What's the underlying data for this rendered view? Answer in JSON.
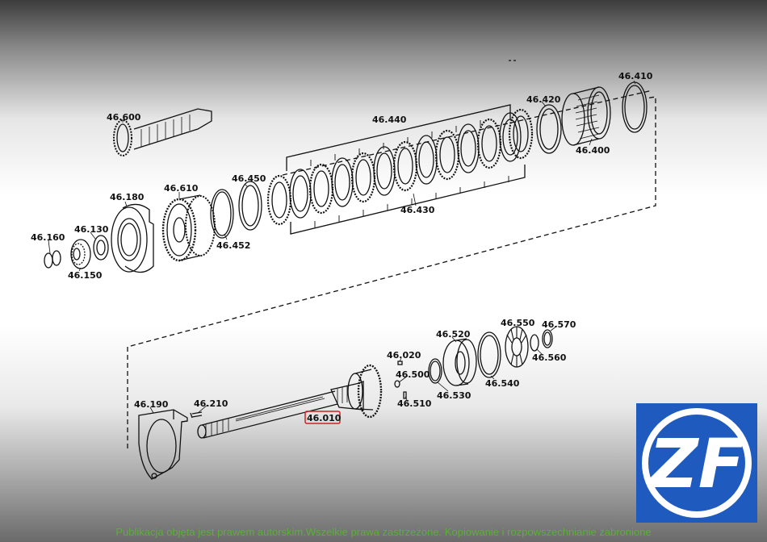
{
  "labels": {
    "p46600": "46.600",
    "p46440": "46.440",
    "p46420": "46.420",
    "p46410": "46.410",
    "p46400": "46.400",
    "p46450": "46.450",
    "p46610": "46.610",
    "p46180": "46.180",
    "p46130": "46.130",
    "p46160": "46.160",
    "p46150": "46.150",
    "p46452": "46.452",
    "p46430": "46.430",
    "p46020": "46.020",
    "p46500": "46.500",
    "p46510": "46.510",
    "p46520": "46.520",
    "p46530": "46.530",
    "p46540": "46.540",
    "p46550": "46.550",
    "p46570": "46.570",
    "p46560": "46.560",
    "p46190": "46.190",
    "p46210": "46.210",
    "p46010": "46.010"
  },
  "highlighted_part": "46.010",
  "logo": {
    "text": "ZF",
    "background": "#1f5bbf"
  },
  "footer": "Publikacja objęta jest prawem autorskim.Wszelkie prawa zastrzeżone. Kopiowanie i rozpowszechnianie zabronione",
  "colors": {
    "footer_text": "#5bb036",
    "highlight_box": "#cc2222"
  }
}
